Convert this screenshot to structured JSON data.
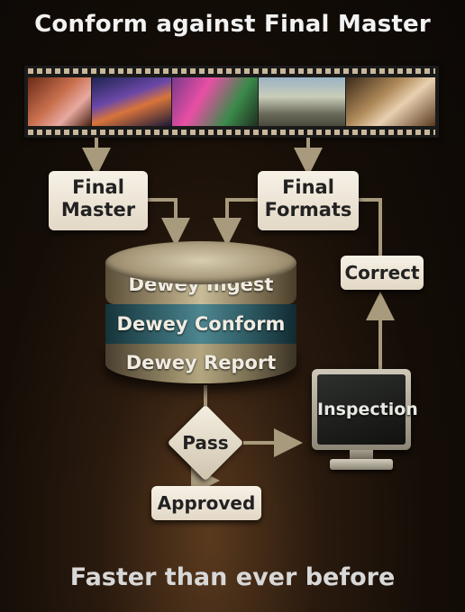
{
  "title": "Conform against Final Master",
  "footer": "Faster than ever before",
  "nodes": {
    "final_master": [
      "Final",
      "Master"
    ],
    "final_formats": [
      "Final",
      "Formats"
    ],
    "correct": "Correct",
    "dewey_ingest": "Dewey Ingest",
    "dewey_conform": "Dewey Conform",
    "dewey_report": "Dewey Report",
    "pass": "Pass",
    "inspection": "Inspection",
    "approved": "Approved"
  },
  "colors": {
    "arrow": "#a89a7c",
    "box_fill": "#efe7d8",
    "conform_teal": "#3a6c76"
  }
}
